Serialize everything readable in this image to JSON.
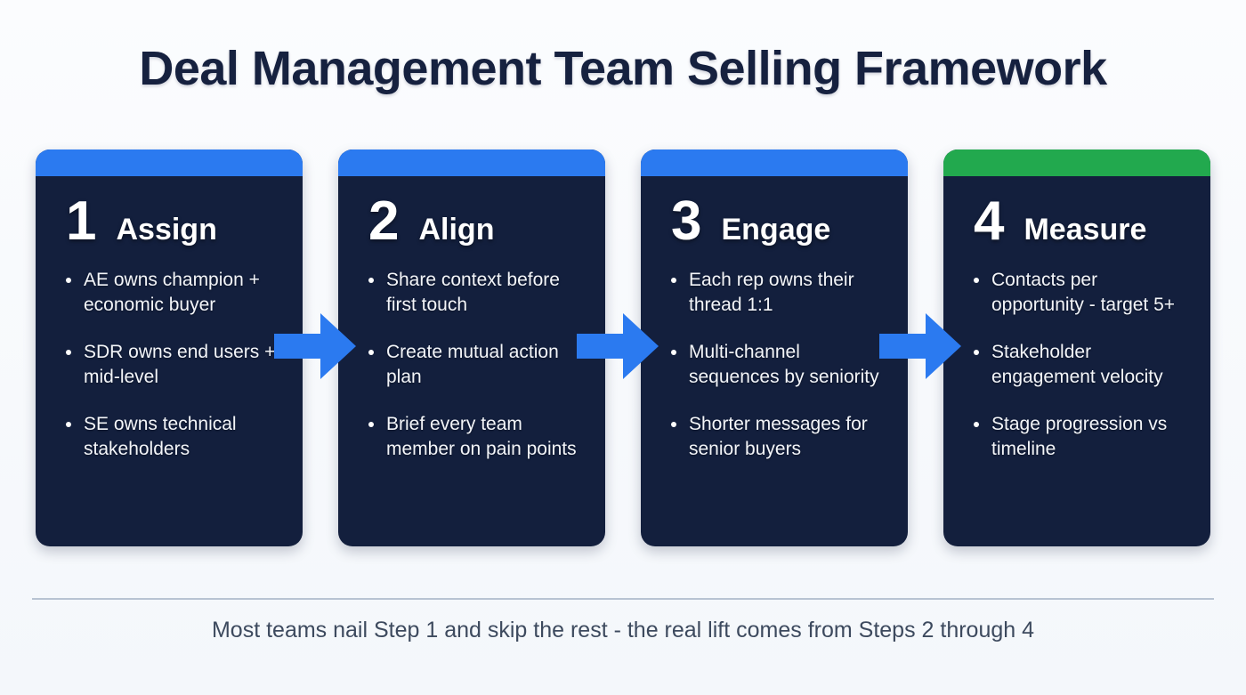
{
  "header": {
    "title": "Deal Management Team Selling Framework"
  },
  "colors": {
    "background": "#f7f9fc",
    "title_text": "#16213f",
    "card_body": "#131f3d",
    "accent_blue": "#2b7af0",
    "accent_green": "#22a94e",
    "card_text": "#f3f5f9",
    "divider": "#b8c3d2",
    "footer_text": "#3d4a5e"
  },
  "steps": [
    {
      "number": "1",
      "title": "Assign",
      "bar_color": "#2b7af0",
      "bullets": [
        "AE owns champion + economic buyer",
        "SDR owns end users + mid-level",
        "SE owns technical stakeholders"
      ]
    },
    {
      "number": "2",
      "title": "Align",
      "bar_color": "#2b7af0",
      "bullets": [
        "Share context before first touch",
        "Create mutual action plan",
        "Brief every team member on pain points"
      ]
    },
    {
      "number": "3",
      "title": "Engage",
      "bar_color": "#2b7af0",
      "bullets": [
        "Each rep owns their thread 1:1",
        "Multi-channel sequences by seniority",
        "Shorter messages for senior buyers"
      ]
    },
    {
      "number": "4",
      "title": "Measure",
      "bar_color": "#22a94e",
      "bullets": [
        "Contacts per opportunity - target 5+",
        "Stakeholder engagement velocity",
        "Stage progression vs timeline"
      ]
    }
  ],
  "connectors": [
    {
      "icon": "arrow-right-icon",
      "color": "#2b7af0"
    },
    {
      "icon": "arrow-right-icon",
      "color": "#2b7af0"
    },
    {
      "icon": "arrow-right-icon",
      "color": "#2b7af0"
    }
  ],
  "footer": {
    "note": "Most teams nail Step 1 and skip the rest - the real lift comes from Steps 2 through 4"
  }
}
